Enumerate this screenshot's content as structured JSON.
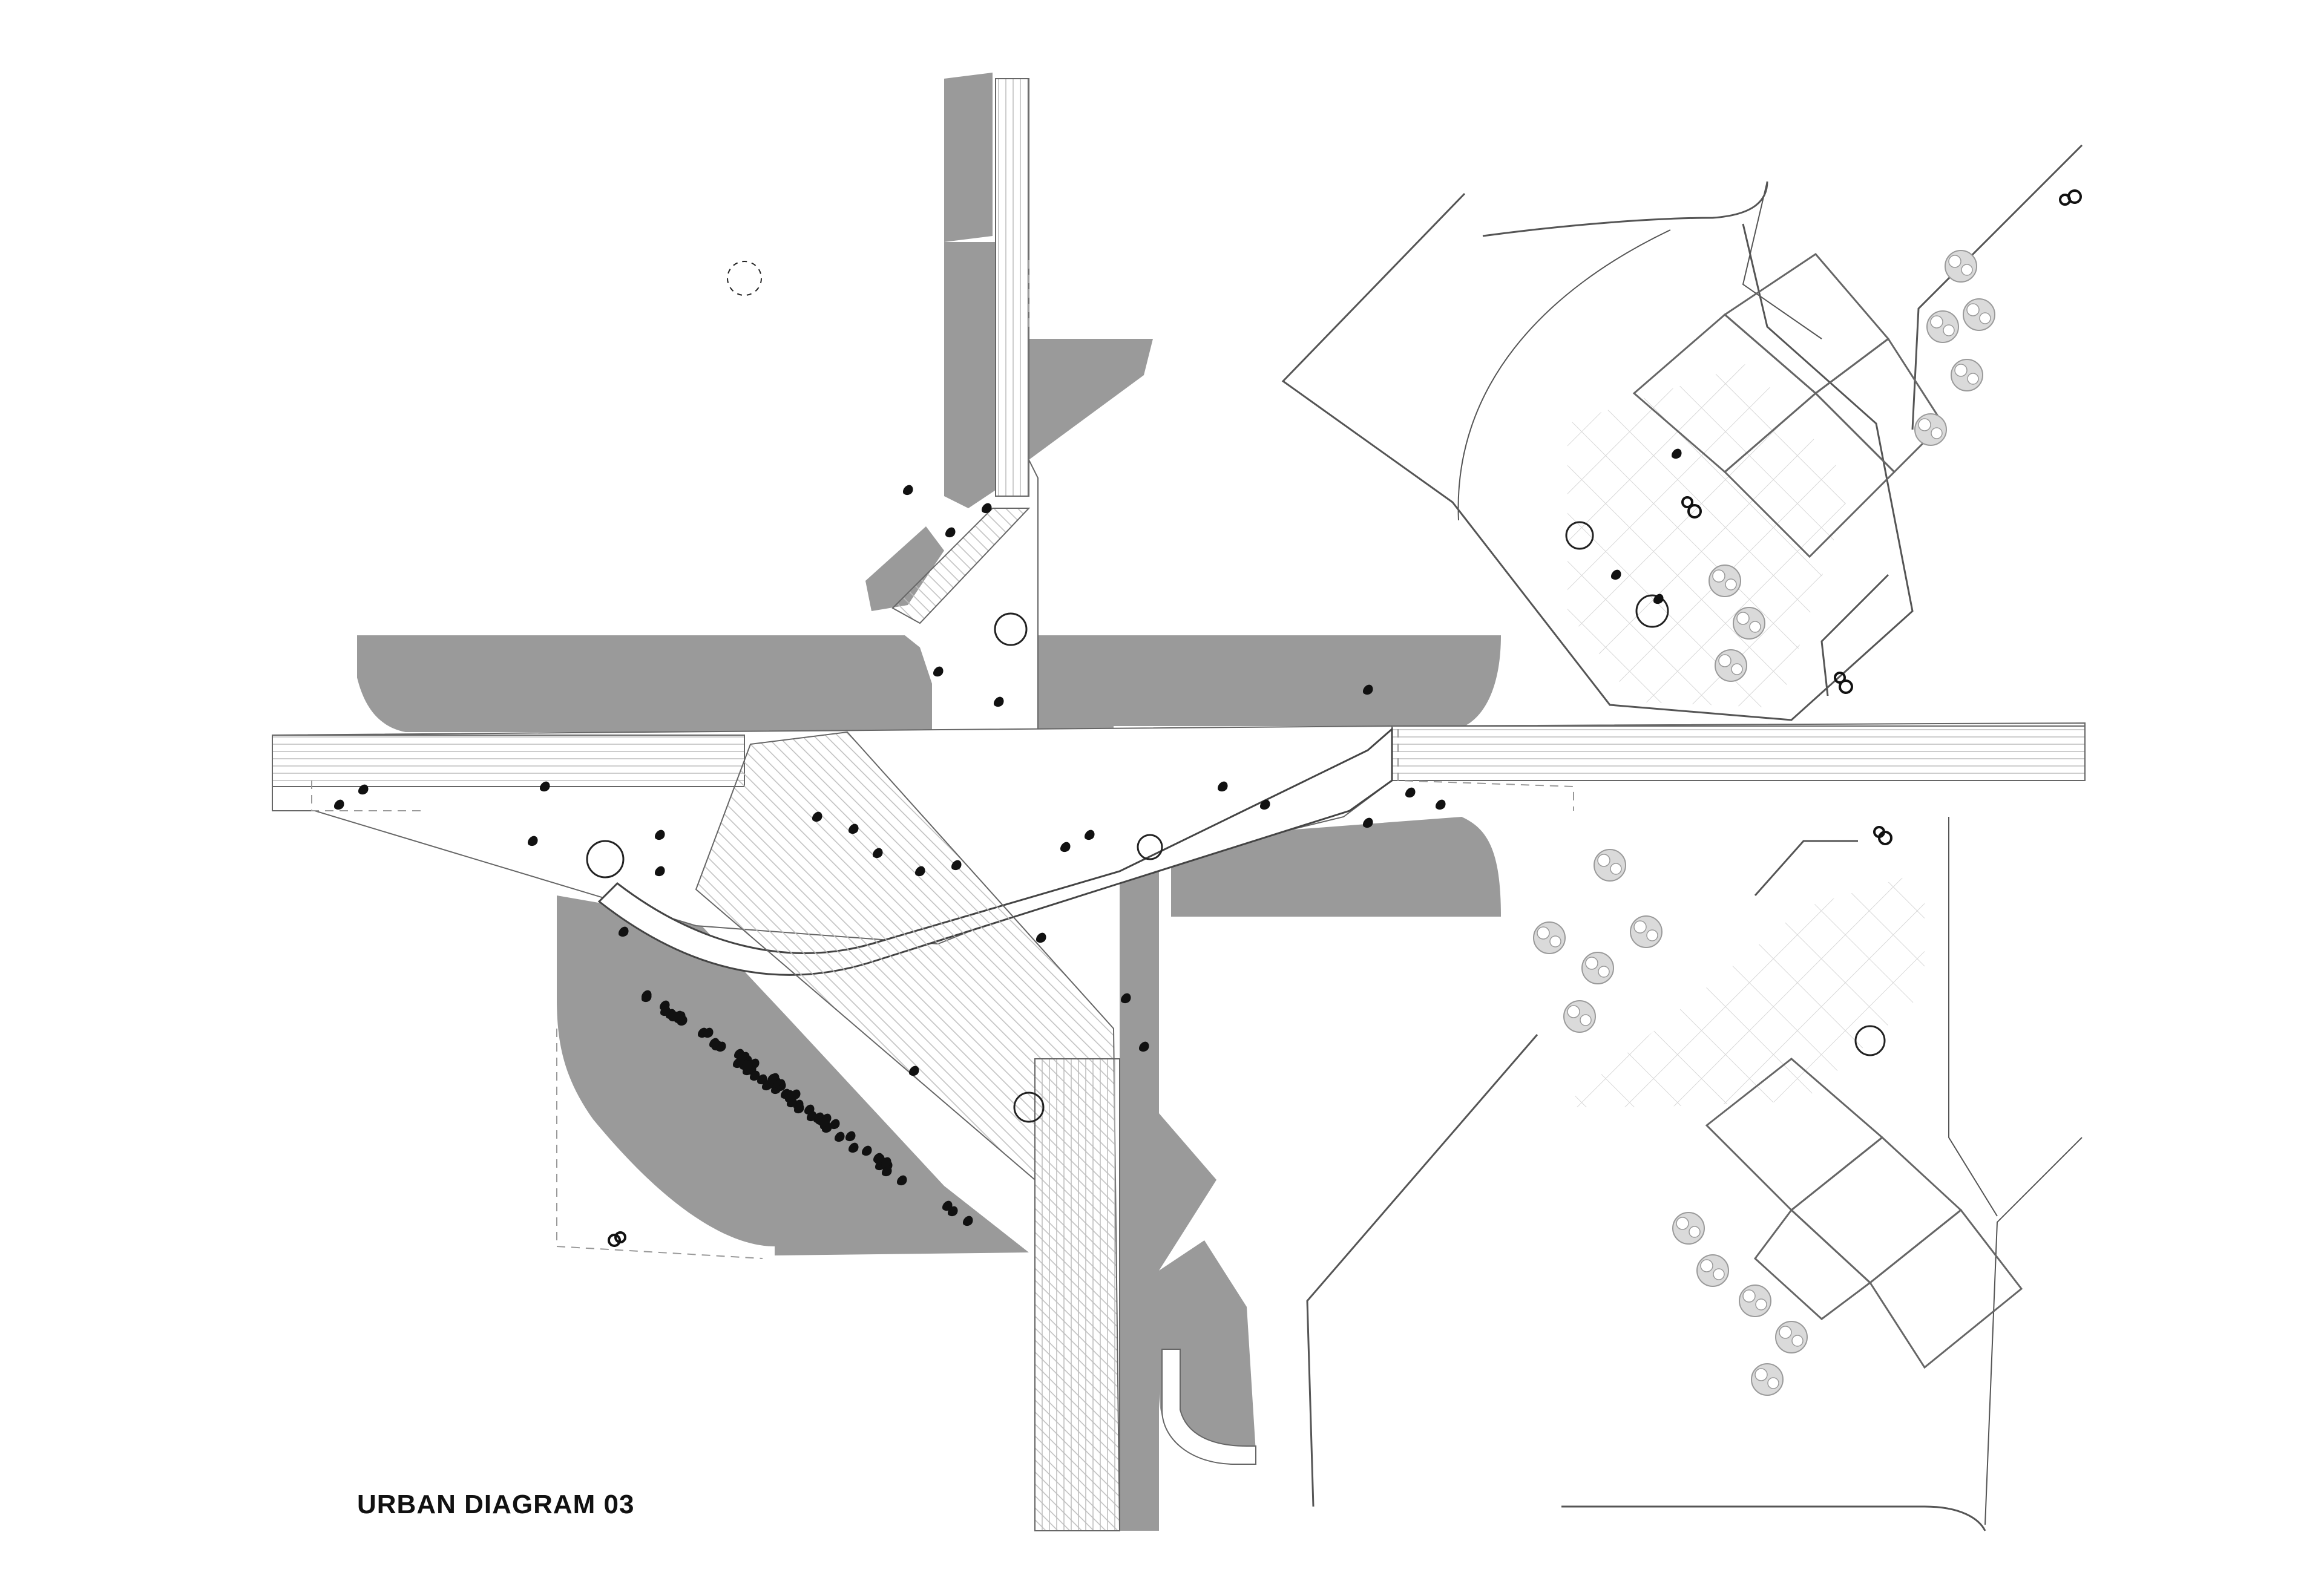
{
  "caption": "URBAN DIAGRAM 03",
  "colors": {
    "block": "#9a9a9a",
    "road": "#ffffff",
    "line": "#444444",
    "hatch": "#dddddd",
    "figure": "#111111",
    "tree": "#bbbbbb"
  },
  "icons": {
    "people": "pedestrian-figure",
    "trees": "tree-canopy",
    "bike": "bike-rack-icon"
  }
}
